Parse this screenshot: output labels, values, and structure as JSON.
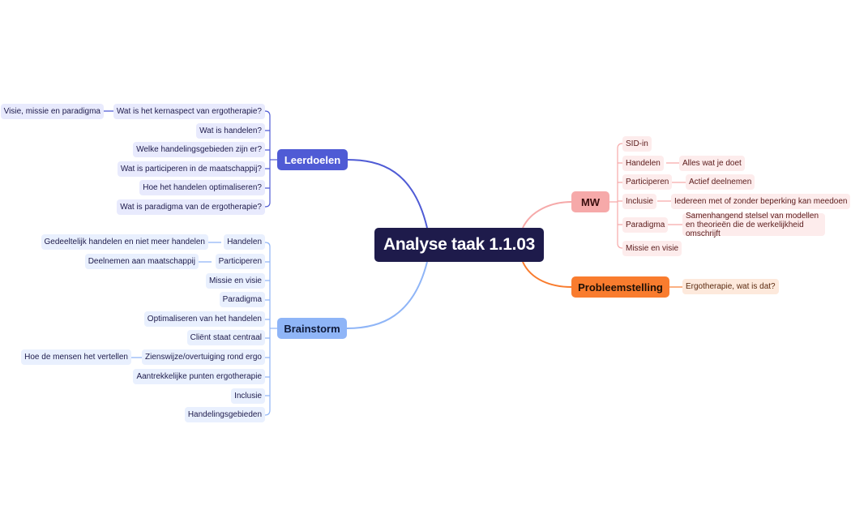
{
  "root": {
    "title": "Analyse taak 1.1.03"
  },
  "colors": {
    "root": "#1e1b4b",
    "leerdoelen": "#4f5bd5",
    "brainstorm": "#8fb5f7",
    "mw": "#f6a9a9",
    "probleemstelling": "#f97c2e"
  },
  "leerdoelen": {
    "label": "Leerdoelen",
    "items": [
      {
        "label": "Wat is het kernaspect van ergotherapie?",
        "child": "Visie, missie en paradigma"
      },
      {
        "label": "Wat is handelen?"
      },
      {
        "label": "Welke handelingsgebieden zijn er?"
      },
      {
        "label": "Wat is participeren in de maatschappij?"
      },
      {
        "label": "Hoe het handelen optimaliseren?"
      },
      {
        "label": "Wat is paradigma van de ergotherapie?"
      }
    ]
  },
  "brainstorm": {
    "label": "Brainstorm",
    "items": [
      {
        "label": "Handelen",
        "child": "Gedeeltelijk handelen en niet meer handelen"
      },
      {
        "label": "Participeren",
        "child": "Deelnemen aan maatschappij"
      },
      {
        "label": "Missie en visie"
      },
      {
        "label": "Paradigma"
      },
      {
        "label": "Optimaliseren van het handelen"
      },
      {
        "label": "Cliënt staat centraal"
      },
      {
        "label": "Zienswijze/overtuiging rond ergo",
        "child": "Hoe de mensen het vertellen"
      },
      {
        "label": "Aantrekkelijke punten ergotherapie"
      },
      {
        "label": "Inclusie"
      },
      {
        "label": "Handelingsgebieden"
      }
    ]
  },
  "mw": {
    "label": "MW",
    "items": [
      {
        "label": "SID-in"
      },
      {
        "label": "Handelen",
        "child": "Alles wat je doet"
      },
      {
        "label": "Participeren",
        "child": "Actief deelnemen"
      },
      {
        "label": "Inclusie",
        "child": "Iedereen met of zonder beperking kan meedoen"
      },
      {
        "label": "Paradigma",
        "child": "Samenhangend stelsel van modellen en theorieën die de werkelijkheid omschrijft"
      },
      {
        "label": "Missie en visie"
      }
    ]
  },
  "probleemstelling": {
    "label": "Probleemstelling",
    "items": [
      {
        "label": "Ergotherapie, wat is dat?"
      }
    ]
  }
}
